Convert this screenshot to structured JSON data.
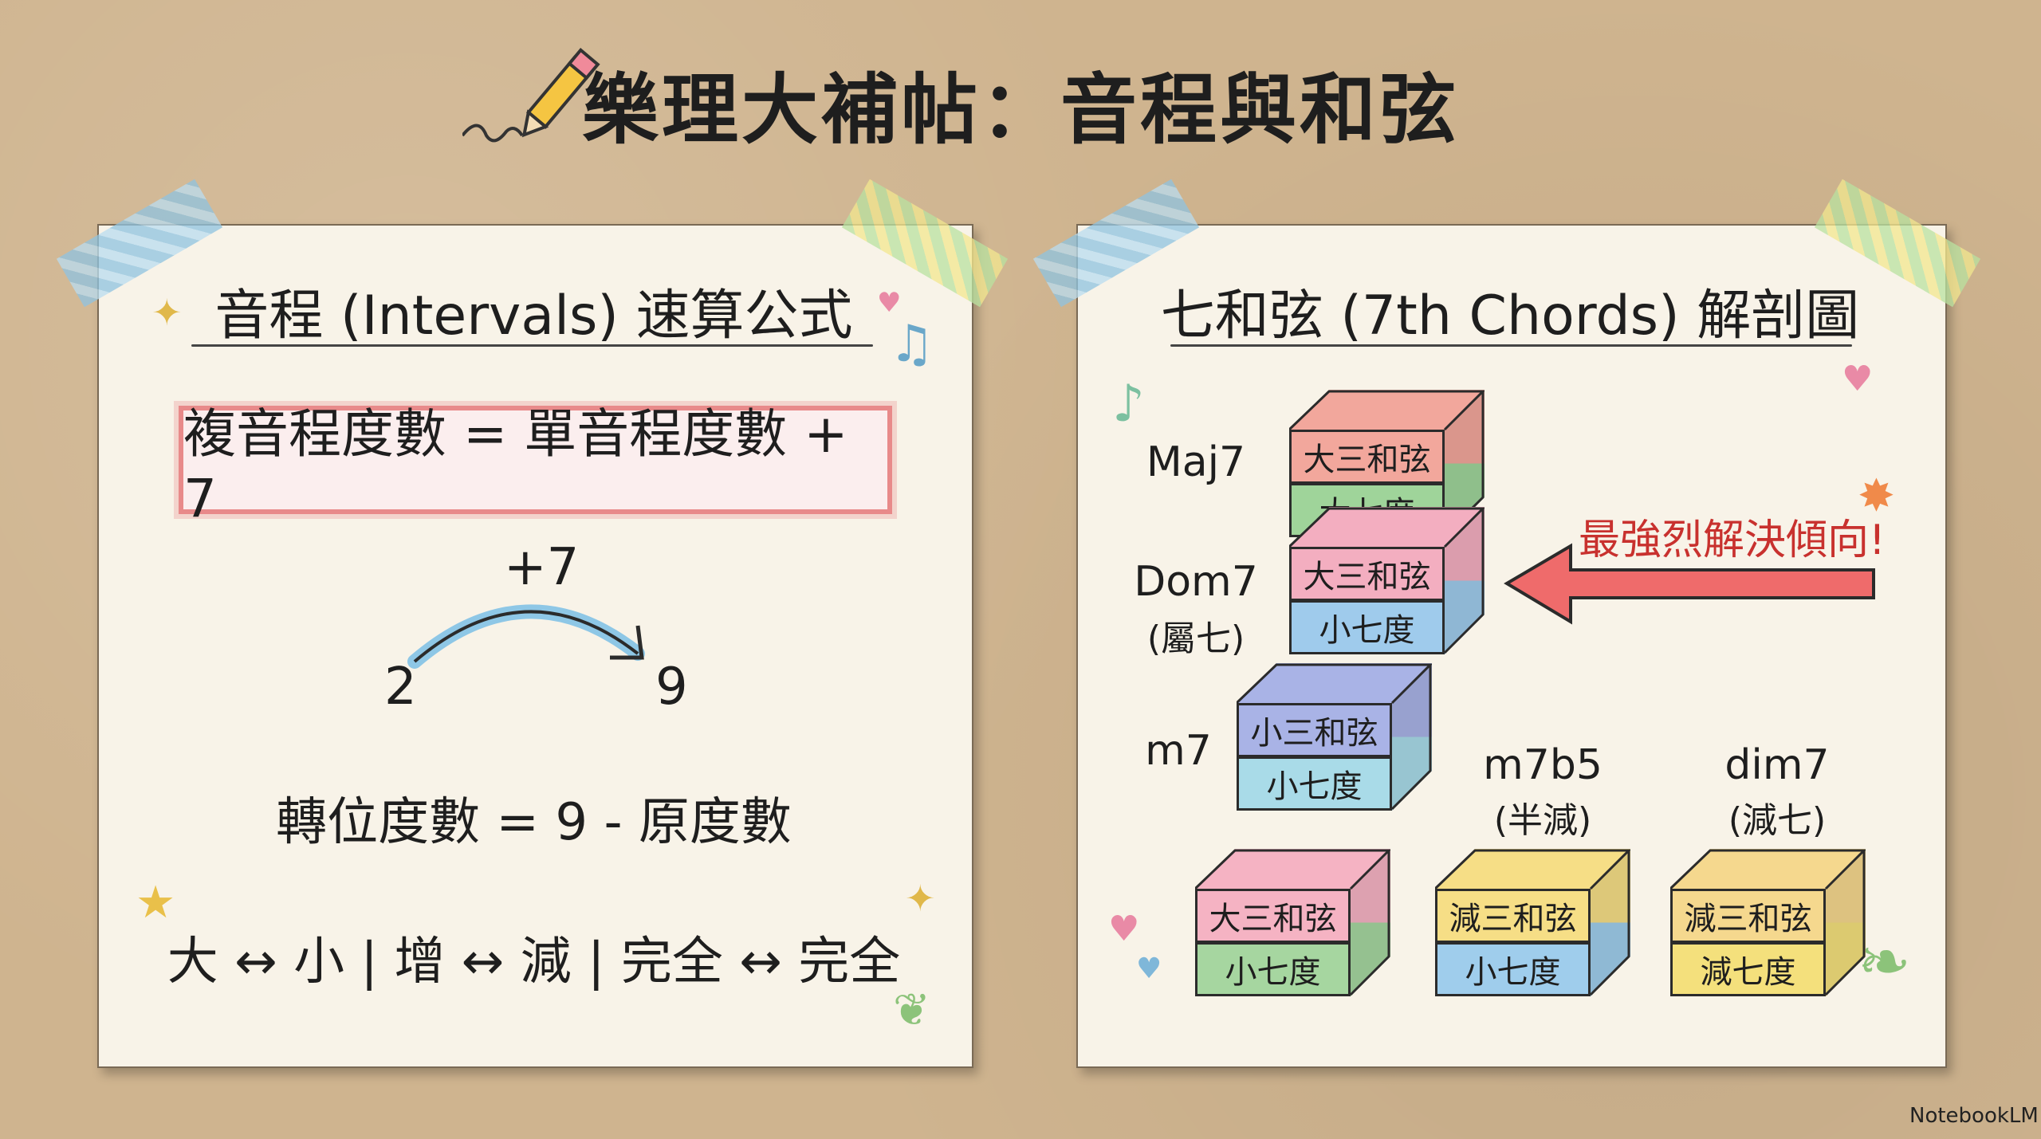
{
  "title": "樂理大補帖：音程與和弦",
  "left_card": {
    "heading": "音程 (Intervals) 速算公式",
    "formula": "複音程度數 = 單音程度數 + 7",
    "arc_label": "+7",
    "arc_from": "2",
    "arc_to": "9",
    "inversion": "轉位度數 = 9 - 原度數",
    "inversion_pairs": "大 ↔ 小 | 增 ↔ 減 | 完全 ↔ 完全"
  },
  "right_card": {
    "heading": "七和弦 (7th Chords) 解剖圖",
    "labels": {
      "maj7": "Maj7",
      "dom7": "Dom7",
      "dom7_sub": "(屬七)",
      "m7": "m7",
      "m7b5": "m7b5",
      "m7b5_sub": "(半減)",
      "dim7": "dim7",
      "dim7_sub": "(減七)"
    },
    "callout": "最強烈解決傾向!",
    "blocks": [
      {
        "top": "大三和弦",
        "bottom": "大七度",
        "top_color": "#f2a79c",
        "bottom_color": "#9fd49a"
      },
      {
        "top": "大三和弦",
        "bottom": "小七度",
        "top_color": "#f3aec0",
        "bottom_color": "#9fcbec"
      },
      {
        "top": "小三和弦",
        "bottom": "小七度",
        "top_color": "#a9b3e6",
        "bottom_color": "#a9dbe8"
      },
      {
        "top": "大三和弦",
        "bottom": "小七度",
        "top_color": "#f5b3c3",
        "bottom_color": "#a6d6a0"
      },
      {
        "top": "減三和弦",
        "bottom": "小七度",
        "top_color": "#f6de86",
        "bottom_color": "#9fcdec"
      },
      {
        "top": "減三和弦",
        "bottom": "減七度",
        "top_color": "#f5d88e",
        "bottom_color": "#f4e07c"
      }
    ]
  },
  "brand": "NotebookLM"
}
